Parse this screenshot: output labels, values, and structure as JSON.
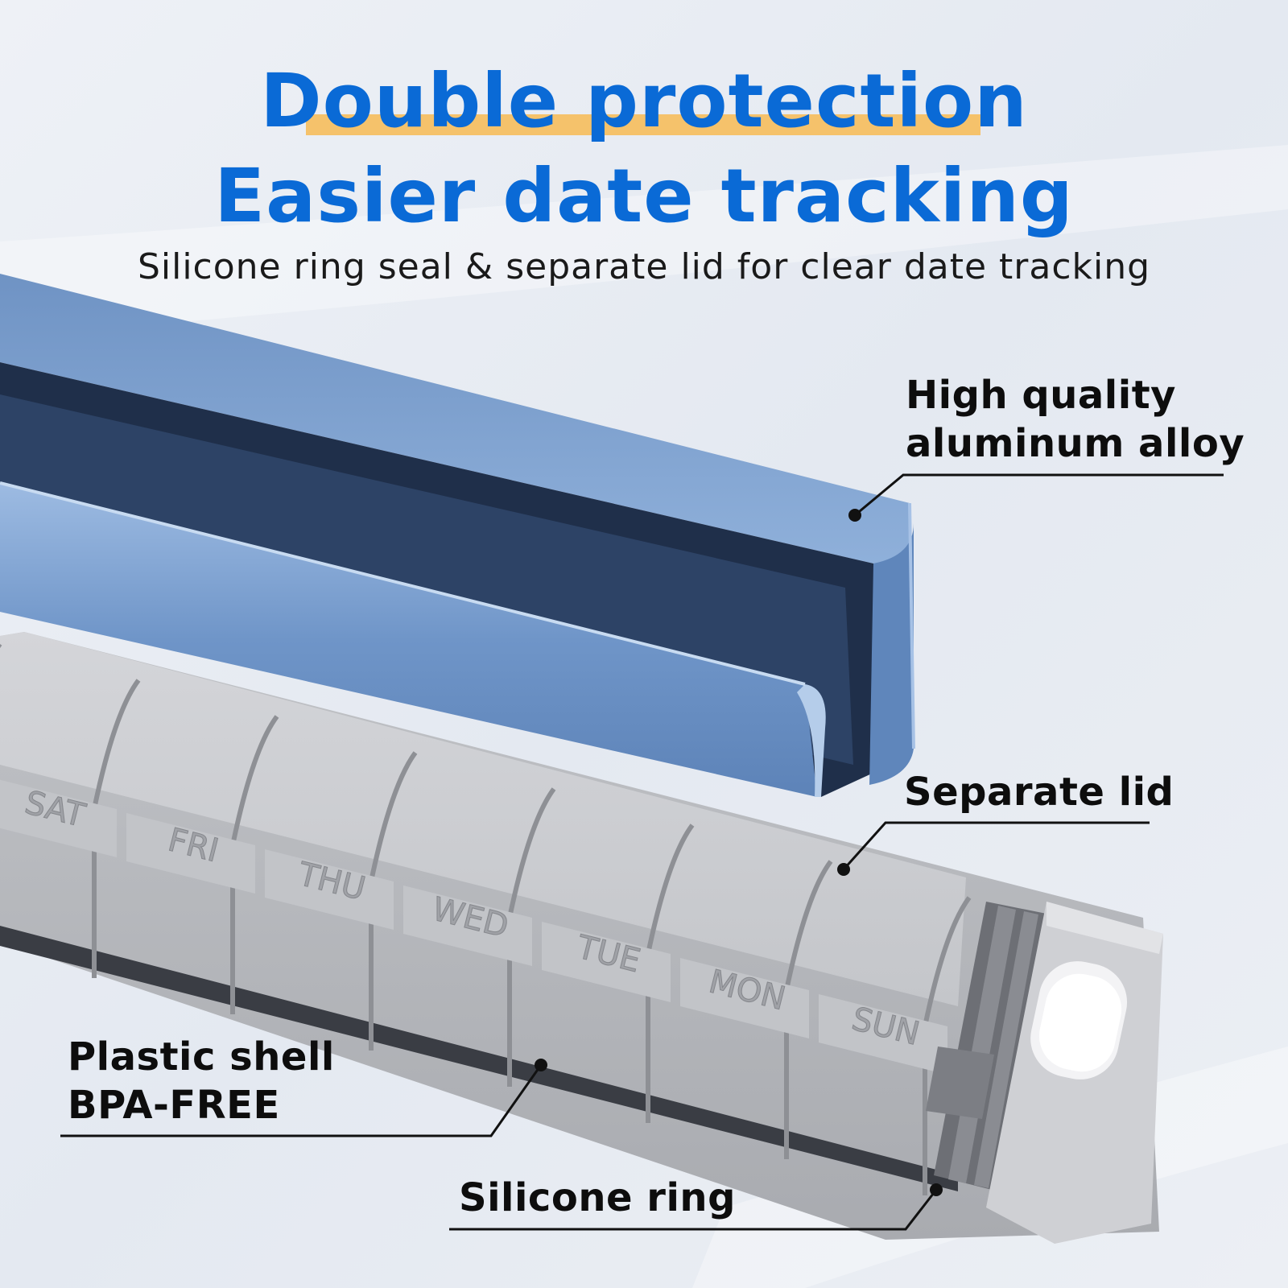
{
  "header": {
    "title_line1": "Double protection",
    "title_line2": "Easier date tracking",
    "subtitle": "Silicone ring seal & separate lid for clear date tracking"
  },
  "callouts": {
    "aluminum_line1": "High quality",
    "aluminum_line2": "aluminum alloy",
    "separate_lid": "Separate lid",
    "plastic_line1": "Plastic shell",
    "plastic_line2": "BPA-FREE",
    "silicone_ring": "Silicone ring"
  },
  "pill_box": {
    "days": [
      "SAT",
      "FRI",
      "THU",
      "WED",
      "TUE",
      "MON",
      "SUN"
    ]
  },
  "colors": {
    "headline_blue": "#0a6ad6",
    "highlight_orange": "#f5c26b",
    "aluminum_blue": "#7fa5d4",
    "plastic_grey": "#c9cace",
    "silicone_grey": "#6d6f75"
  }
}
